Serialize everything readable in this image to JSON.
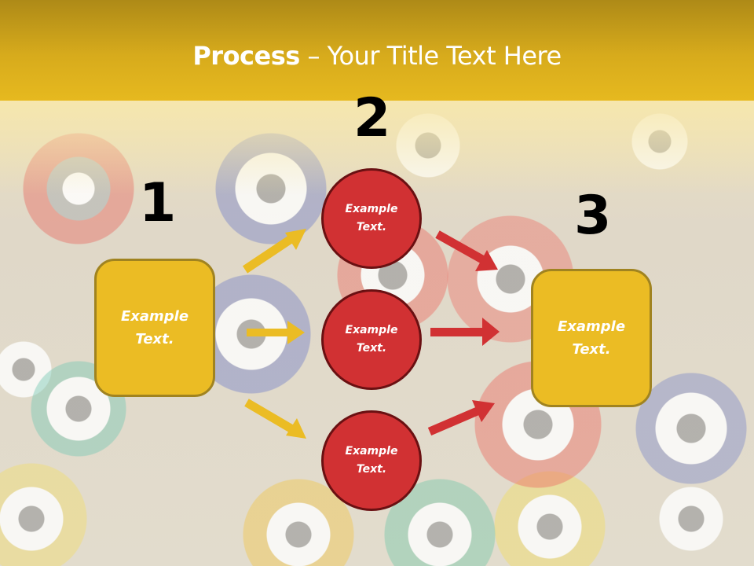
{
  "slide": {
    "title_bold": "Process",
    "title_rest": " – Your Title Text Here",
    "colors": {
      "header_top": "#ae8a17",
      "header_bottom": "#e6b91f",
      "box_fill": "#ebbc24",
      "box_border": "#a08320",
      "circle_fill": "#d13133",
      "circle_border": "#6a1012",
      "arrow_yellow": "#ebbc24",
      "arrow_red": "#d13133"
    },
    "steps": [
      {
        "number": "1",
        "label": "Example\nText."
      },
      {
        "number": "2",
        "circles": [
          {
            "label": "Example\nText."
          },
          {
            "label": "Example\nText."
          },
          {
            "label": "Example\nText."
          }
        ]
      },
      {
        "number": "3",
        "label": "Example\nText."
      }
    ],
    "icons": [
      "arrow-up-right-icon",
      "arrow-right-icon",
      "arrow-down-right-icon"
    ]
  }
}
